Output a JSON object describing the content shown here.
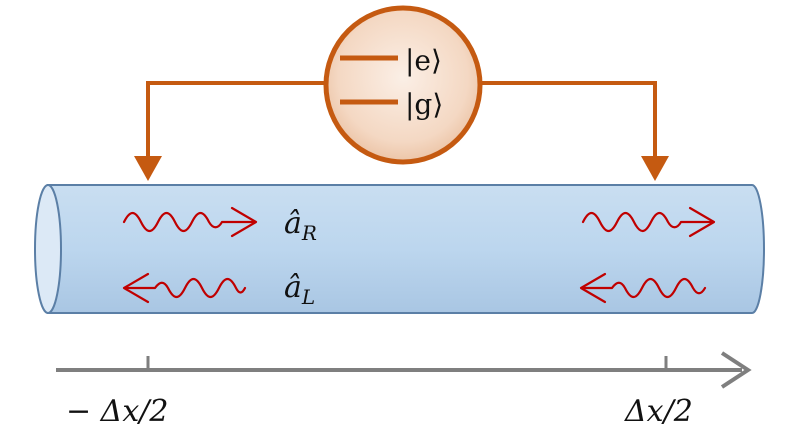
{
  "atom": {
    "excited_label": "|e⟩",
    "ground_label": "|g⟩"
  },
  "waveguide": {
    "right_mode_label": "â",
    "right_mode_subscript": "R",
    "left_mode_label": "â",
    "left_mode_subscript": "L"
  },
  "axis": {
    "left_tick_label": "− Δx/2",
    "right_tick_label": "Δx/2"
  },
  "colors": {
    "coupling": "#c55a11",
    "photon": "#c00000",
    "waveguide_fill": "#bdd7ee",
    "waveguide_stroke": "#5b7fa6",
    "axis": "#7f7f7f"
  }
}
